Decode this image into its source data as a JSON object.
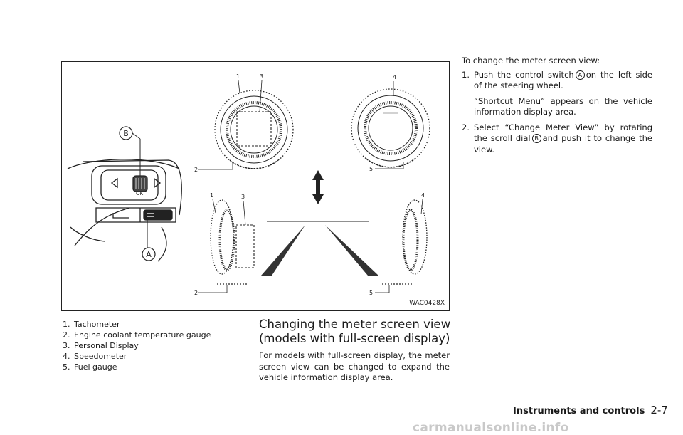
{
  "figure": {
    "code": "WAC0428X",
    "callouts": {
      "A": "A",
      "B": "B",
      "n1": "1",
      "n2": "2",
      "n3": "3",
      "n4": "4",
      "n5": "5"
    },
    "switch_ok": "OK"
  },
  "legend": [
    {
      "num": "1.",
      "text": "Tachometer"
    },
    {
      "num": "2.",
      "text": "Engine coolant temperature gauge"
    },
    {
      "num": "3.",
      "text": "Personal Display"
    },
    {
      "num": "4.",
      "text": "Speedometer"
    },
    {
      "num": "5.",
      "text": "Fuel gauge"
    }
  ],
  "section": {
    "title": "Changing the meter screen view (models with full-screen display)",
    "body": "For models with full-screen display, the meter screen view can be changed to expand the vehicle information display area."
  },
  "instructions": {
    "intro": "To change the meter screen view:",
    "step1": {
      "num": "1.",
      "text_before": "Push the control switch",
      "icon": "A",
      "text_after": "on the left side of the steering wheel.",
      "sub": "“Shortcut Menu” appears on the vehicle information display area."
    },
    "step2": {
      "num": "2.",
      "text_before": "Select “Change Meter View” by rotating the scroll dial",
      "icon": "B",
      "text_after": "and push it to change the view."
    }
  },
  "footer": {
    "section": "Instruments and controls",
    "page": "2-7"
  },
  "watermark": "carmanualsonline.info"
}
